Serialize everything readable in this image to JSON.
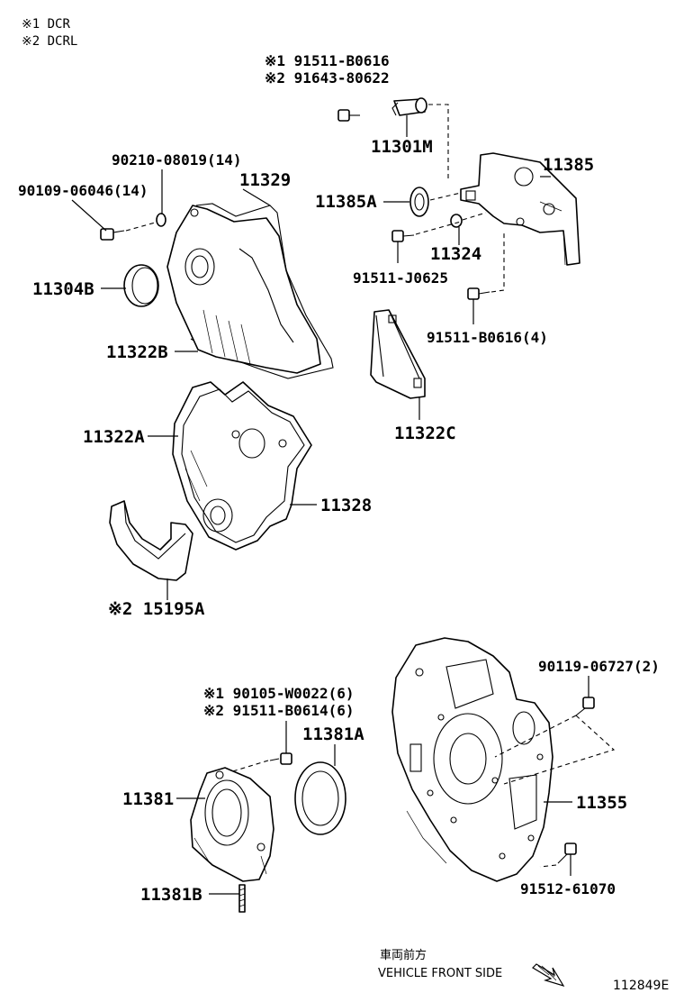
{
  "legend": {
    "note1": "※1  DCR",
    "note2": "※2  DCRL"
  },
  "labels": {
    "p91511_b0616_a": "※1 91511-B0616",
    "p91643_80622": "※2 91643-80622",
    "p11301m": "11301M",
    "p11385": "11385",
    "p90210": "90210-08019(14)",
    "p90109": "90109-06046(14)",
    "p11329": "11329",
    "p11385a": "11385A",
    "p11324": "11324",
    "p91511_j0625": "91511-J0625",
    "p11304b": "11304B",
    "p91511_b0616_4": "91511-B0616(4)",
    "p11322b": "11322B",
    "p11322c": "11322C",
    "p11322a": "11322A",
    "p11328": "11328",
    "p15195a": "※2 15195A",
    "p90119": "90119-06727(2)",
    "p90105": "※1 90105-W0022(6)",
    "p91511_b0614": "※2 91511-B0614(6)",
    "p11381a": "11381A",
    "p11381": "11381",
    "p11355": "11355",
    "p11381b": "11381B",
    "p91512": "91512-61070"
  },
  "footer": {
    "direction_jp": "車両前方",
    "direction_en": "VEHICLE FRONT SIDE",
    "figure_id": "112849E"
  }
}
